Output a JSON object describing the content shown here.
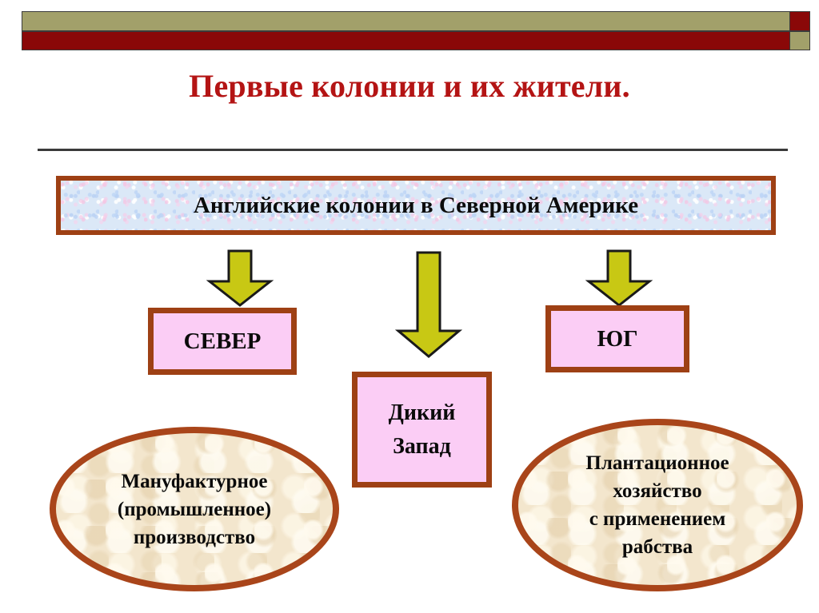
{
  "slide": {
    "title": "Первые колонии и их жители.",
    "title_color": "#b41414",
    "background": "#ffffff"
  },
  "header": {
    "bar_khaki_color": "#a2a06a",
    "bar_red_color": "#8a0808",
    "bars": [
      {
        "name": "khaki-main-bar",
        "color": "#a2a06a"
      },
      {
        "name": "red-cap-bar",
        "color": "#8a0808"
      },
      {
        "name": "red-main-bar",
        "color": "#8a0808"
      },
      {
        "name": "khaki-cap-bar",
        "color": "#a2a06a"
      }
    ],
    "rule_color": "#3a3a3a"
  },
  "diagram": {
    "root": {
      "label": "Английские колонии в Северной Америке",
      "fill": "#dbe8f7",
      "border": "#9e4014"
    },
    "arrows": [
      {
        "name": "arrow-to-north",
        "direction": "down",
        "color": "#c8c814",
        "outline": "#1a1a1a"
      },
      {
        "name": "arrow-to-west",
        "direction": "down",
        "color": "#c8c814",
        "outline": "#1a1a1a"
      },
      {
        "name": "arrow-to-south",
        "direction": "down",
        "color": "#c8c814",
        "outline": "#1a1a1a"
      }
    ],
    "regions": [
      {
        "key": "north",
        "label": "СЕВЕР",
        "fill": "#fbcdf5",
        "border": "#9e4014",
        "detail_lines": [
          "Мануфактурное",
          "(промышленное)",
          "производство"
        ],
        "detail_fill": "#f3e6cd",
        "detail_border": "#a9451a"
      },
      {
        "key": "west",
        "label_lines": [
          "Дикий",
          "Запад"
        ],
        "fill": "#fbcdf5",
        "border": "#9e4014"
      },
      {
        "key": "south",
        "label": "ЮГ",
        "fill": "#fbcdf5",
        "border": "#9e4014",
        "detail_lines": [
          "Плантационное",
          "хозяйство",
          "с применением",
          "рабства"
        ],
        "detail_fill": "#f3e6cd",
        "detail_border": "#a9451a"
      }
    ]
  }
}
